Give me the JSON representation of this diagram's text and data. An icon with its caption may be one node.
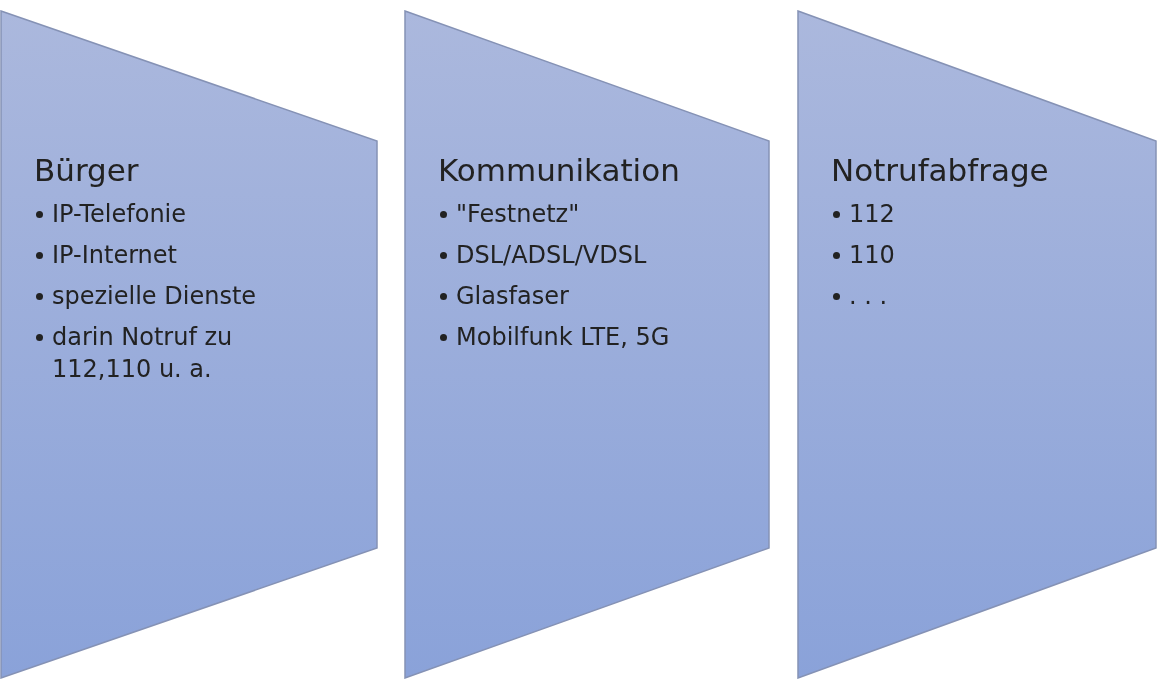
{
  "diagram": {
    "nodes": [
      {
        "text": [
          "Bürger",
          "IP-Telefonie",
          "IP-Internet",
          "spezielle Dienste",
          "darin Notruf zu 112,110 u. a."
        ]
      },
      {
        "text": [
          "Kommunikation",
          "\"Festnetz\"",
          "DSL/ADSL/VDSL",
          "Glasfaser",
          "Mobilfunk LTE, 5G"
        ]
      },
      {
        "text": [
          "Notrufabfrage",
          "112",
          "110",
          ". . ."
        ]
      }
    ]
  }
}
